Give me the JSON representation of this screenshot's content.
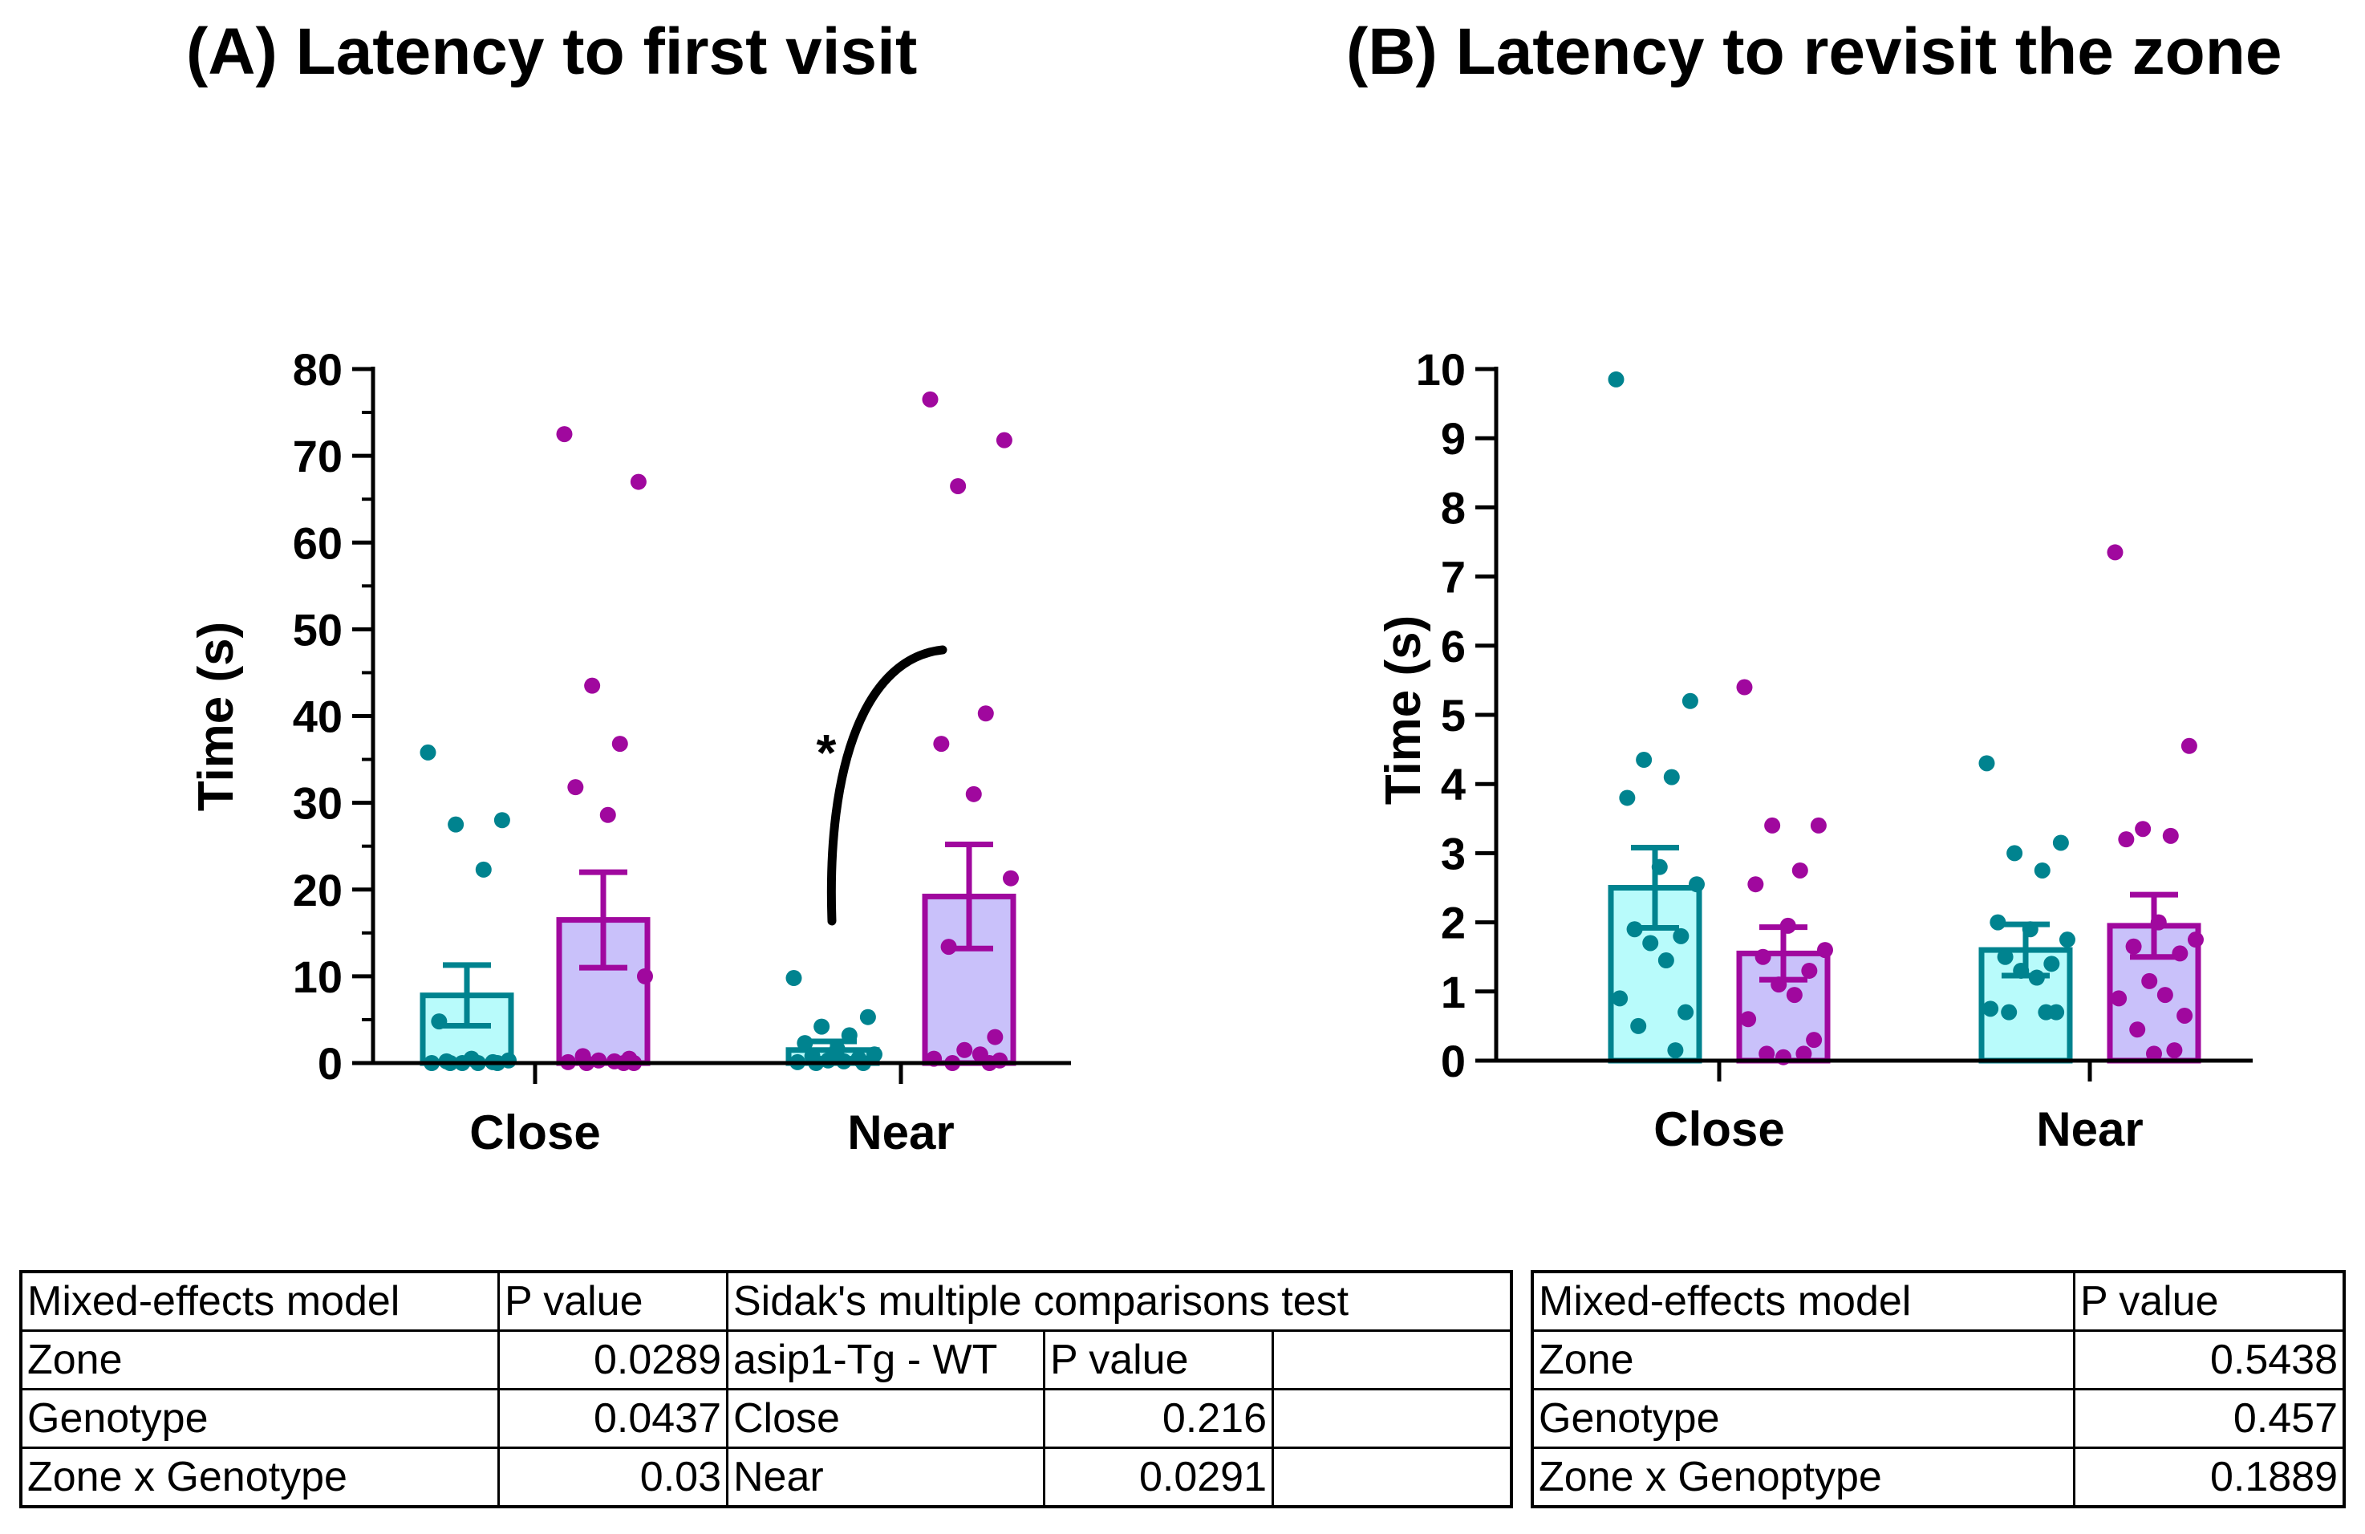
{
  "chart_data": [
    {
      "type": "bar",
      "title": "(A) Latency to first visit",
      "ylabel": "Time (s)",
      "xlabel": "",
      "categories": [
        "Close",
        "Near"
      ],
      "ylim": [
        0,
        80
      ],
      "yticks": [
        "0",
        "10",
        "20",
        "30",
        "40",
        "50",
        "60",
        "70",
        "80"
      ],
      "series": [
        {
          "color": "#00838f",
          "fill": "#b8fbfb",
          "means": [
            7.8,
            1.5
          ],
          "sem": [
            3.5,
            1.0
          ],
          "points": [
            [
              35.8,
              28.0,
              27.5,
              22.3,
              4.8,
              0.5,
              0.3,
              0.2,
              0.1,
              0.0,
              0.0,
              0.0,
              0.0,
              0.0
            ],
            [
              9.8,
              5.3,
              4.2,
              3.2,
              2.3,
              1.6,
              1.0,
              0.8,
              0.5,
              0.3,
              0.2,
              0.1,
              0.0,
              0.0
            ]
          ]
        },
        {
          "color": "#a0089e",
          "fill": "#c9c1fa",
          "means": [
            16.5,
            19.2
          ],
          "sem": [
            5.5,
            6.0
          ],
          "points": [
            [
              72.5,
              67.0,
              43.5,
              36.8,
              31.8,
              28.6,
              10.0,
              0.8,
              0.5,
              0.3,
              0.2,
              0.1,
              0.0,
              0.0,
              0.0
            ],
            [
              76.5,
              71.8,
              66.5,
              40.3,
              36.8,
              31.0,
              21.3,
              13.4,
              3.0,
              1.5,
              1.0,
              0.5,
              0.3,
              0.0,
              0.0
            ]
          ]
        }
      ],
      "annotation": "*"
    },
    {
      "type": "bar",
      "title": "(B) Latency to revisit the zone",
      "ylabel": "Time (s)",
      "xlabel": "",
      "categories": [
        "Close",
        "Near"
      ],
      "ylim": [
        0,
        10
      ],
      "yticks": [
        "0",
        "1",
        "2",
        "3",
        "4",
        "5",
        "6",
        "7",
        "8",
        "9",
        "10"
      ],
      "series": [
        {
          "color": "#00838f",
          "fill": "#b8fbfb",
          "means": [
            2.5,
            1.6
          ],
          "sem": [
            0.58,
            0.37
          ],
          "points": [
            [
              9.85,
              5.2,
              4.35,
              4.1,
              3.8,
              2.8,
              2.55,
              1.9,
              1.8,
              1.7,
              1.45,
              0.9,
              0.7,
              0.5,
              0.15
            ],
            [
              4.3,
              3.15,
              3.0,
              2.75,
              2.0,
              1.9,
              1.75,
              1.5,
              1.4,
              1.3,
              1.2,
              0.75,
              0.7,
              0.7,
              0.7
            ]
          ]
        },
        {
          "color": "#a0089e",
          "fill": "#c9c1fa",
          "means": [
            1.55,
            1.95
          ],
          "sem": [
            0.38,
            0.45
          ],
          "points": [
            [
              5.4,
              3.4,
              3.4,
              2.75,
              2.55,
              1.95,
              1.6,
              1.5,
              1.3,
              1.1,
              0.95,
              0.6,
              0.3,
              0.1,
              0.1,
              0.05
            ],
            [
              7.35,
              4.55,
              3.35,
              3.25,
              3.2,
              2.0,
              1.75,
              1.65,
              1.55,
              1.15,
              0.95,
              0.9,
              0.65,
              0.45,
              0.15,
              0.1
            ]
          ]
        }
      ]
    }
  ],
  "table_a": {
    "h1": "Mixed-effects model",
    "h2": "P value",
    "h3": "Sidak's multiple comparisons test",
    "r1c1": "Zone",
    "r1c2": "0.0289",
    "r1c3": "asip1-Tg - WT",
    "r1c4": "P value",
    "r2c1": "Genotype",
    "r2c2": "0.0437",
    "r2c3": "Close",
    "r2c4": "0.216",
    "r3c1": "Zone x Genotype",
    "r3c2": "0.03",
    "r3c3": "Near",
    "r3c4": "0.0291"
  },
  "table_b": {
    "h1": "Mixed-effects model",
    "h2": "P value",
    "r1c1": "Zone",
    "r1c2": "0.5438",
    "r2c1": "Genotype",
    "r2c2": "0.457",
    "r3c1": "Zone x Genoptype",
    "r3c2": "0.1889"
  }
}
